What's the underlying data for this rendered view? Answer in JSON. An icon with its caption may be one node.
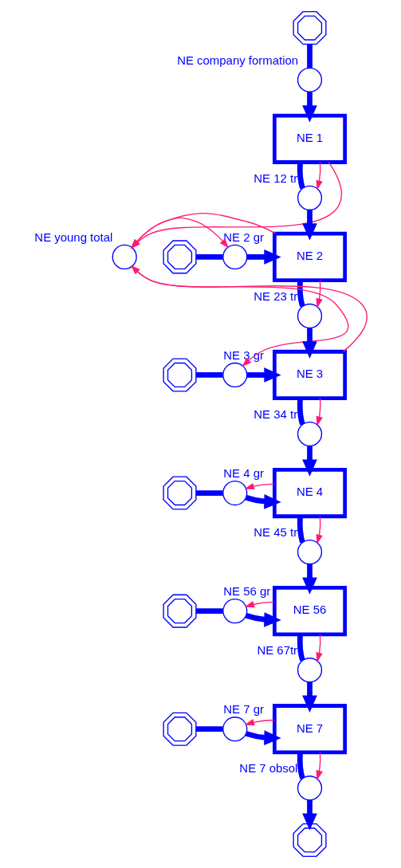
{
  "diagram": {
    "nodes": [
      {
        "text": [],
        "shape": "cloud"
      },
      {
        "text": [
          "NE company formation"
        ]
      },
      {
        "text": [
          "NE 1"
        ]
      },
      {
        "text": [
          "NE 12 tr"
        ]
      },
      {
        "text": [
          "NE 2"
        ]
      },
      {
        "text": [
          "NE young total"
        ]
      },
      {
        "text": [],
        "shape": "cloud"
      },
      {
        "text": [
          "NE 2 gr"
        ]
      },
      {
        "text": [
          "NE 23 tr"
        ]
      },
      {
        "text": [
          "NE 3"
        ]
      },
      {
        "text": [],
        "shape": "cloud"
      },
      {
        "text": [
          "NE 3 gr"
        ]
      },
      {
        "text": [
          "NE 34 tr"
        ]
      },
      {
        "text": [
          "NE 4"
        ]
      },
      {
        "text": [],
        "shape": "cloud"
      },
      {
        "text": [
          "NE 4 gr"
        ]
      },
      {
        "text": [
          "NE 45 tr"
        ]
      },
      {
        "text": [
          "NE 56"
        ]
      },
      {
        "text": [],
        "shape": "cloud"
      },
      {
        "text": [
          "NE 56 gr"
        ]
      },
      {
        "text": [
          "NE 67tr"
        ]
      },
      {
        "text": [
          "NE 7"
        ]
      },
      {
        "text": [],
        "shape": "cloud"
      },
      {
        "text": [
          "NE 7 gr"
        ]
      },
      {
        "text": [
          "NE 7 obsol"
        ]
      },
      {
        "text": [],
        "shape": "cloud"
      }
    ],
    "edges": [
      {
        "from": 0,
        "to": 1,
        "arrow": "none"
      },
      {
        "from": 1,
        "to": 2,
        "arrow": "to"
      },
      {
        "from": 2,
        "to": 3,
        "arrow": "none"
      },
      {
        "from": 3,
        "to": 4,
        "arrow": "to"
      },
      {
        "from": 6,
        "to": 7,
        "arrow": "none"
      },
      {
        "from": 7,
        "to": 4,
        "arrow": "to"
      },
      {
        "from": 4,
        "to": 8,
        "arrow": "none"
      },
      {
        "from": 8,
        "to": 9,
        "arrow": "to"
      },
      {
        "from": 10,
        "to": 11,
        "arrow": "none"
      },
      {
        "from": 11,
        "to": 9,
        "arrow": "to"
      },
      {
        "from": 9,
        "to": 12,
        "arrow": "none"
      },
      {
        "from": 12,
        "to": 13,
        "arrow": "to"
      },
      {
        "from": 14,
        "to": 15,
        "arrow": "none"
      },
      {
        "from": 15,
        "to": 13,
        "arrow": "to"
      },
      {
        "from": 13,
        "to": 16,
        "arrow": "none"
      },
      {
        "from": 16,
        "to": 17,
        "arrow": "to"
      },
      {
        "from": 18,
        "to": 19,
        "arrow": "none"
      },
      {
        "from": 19,
        "to": 17,
        "arrow": "to"
      },
      {
        "from": 17,
        "to": 20,
        "arrow": "none"
      },
      {
        "from": 20,
        "to": 21,
        "arrow": "to"
      },
      {
        "from": 22,
        "to": 23,
        "arrow": "none"
      },
      {
        "from": 23,
        "to": 21,
        "arrow": "to"
      },
      {
        "from": 21,
        "to": 24,
        "arrow": "none"
      },
      {
        "from": 24,
        "to": 25,
        "arrow": "to"
      },
      {
        "from": 2,
        "to": 5,
        "arrow": "to",
        "color": "#ff1a75"
      },
      {
        "from": 4,
        "to": 5,
        "arrow": "to",
        "color": "#ff1a75"
      },
      {
        "from": 9,
        "to": 5,
        "arrow": "to",
        "color": "#ff1a75"
      },
      {
        "from": 5,
        "to": 7,
        "arrow": "to",
        "color": "#ff1a75"
      },
      {
        "from": 5,
        "to": 11,
        "arrow": "to",
        "color": "#ff1a75"
      },
      {
        "from": 2,
        "to": 3,
        "arrow": "to",
        "color": "#ff1a75"
      },
      {
        "from": 4,
        "to": 8,
        "arrow": "to",
        "color": "#ff1a75"
      },
      {
        "from": 9,
        "to": 12,
        "arrow": "to",
        "color": "#ff1a75"
      },
      {
        "from": 13,
        "to": 15,
        "arrow": "to",
        "color": "#ff1a75"
      },
      {
        "from": 13,
        "to": 16,
        "arrow": "to",
        "color": "#ff1a75"
      },
      {
        "from": 17,
        "to": 19,
        "arrow": "to",
        "color": "#ff1a75"
      },
      {
        "from": 17,
        "to": 20,
        "arrow": "to",
        "color": "#ff1a75"
      },
      {
        "from": 21,
        "to": 23,
        "arrow": "to",
        "color": "#ff1a75"
      },
      {
        "from": 21,
        "to": 24,
        "arrow": "to",
        "color": "#ff1a75"
      }
    ]
  }
}
